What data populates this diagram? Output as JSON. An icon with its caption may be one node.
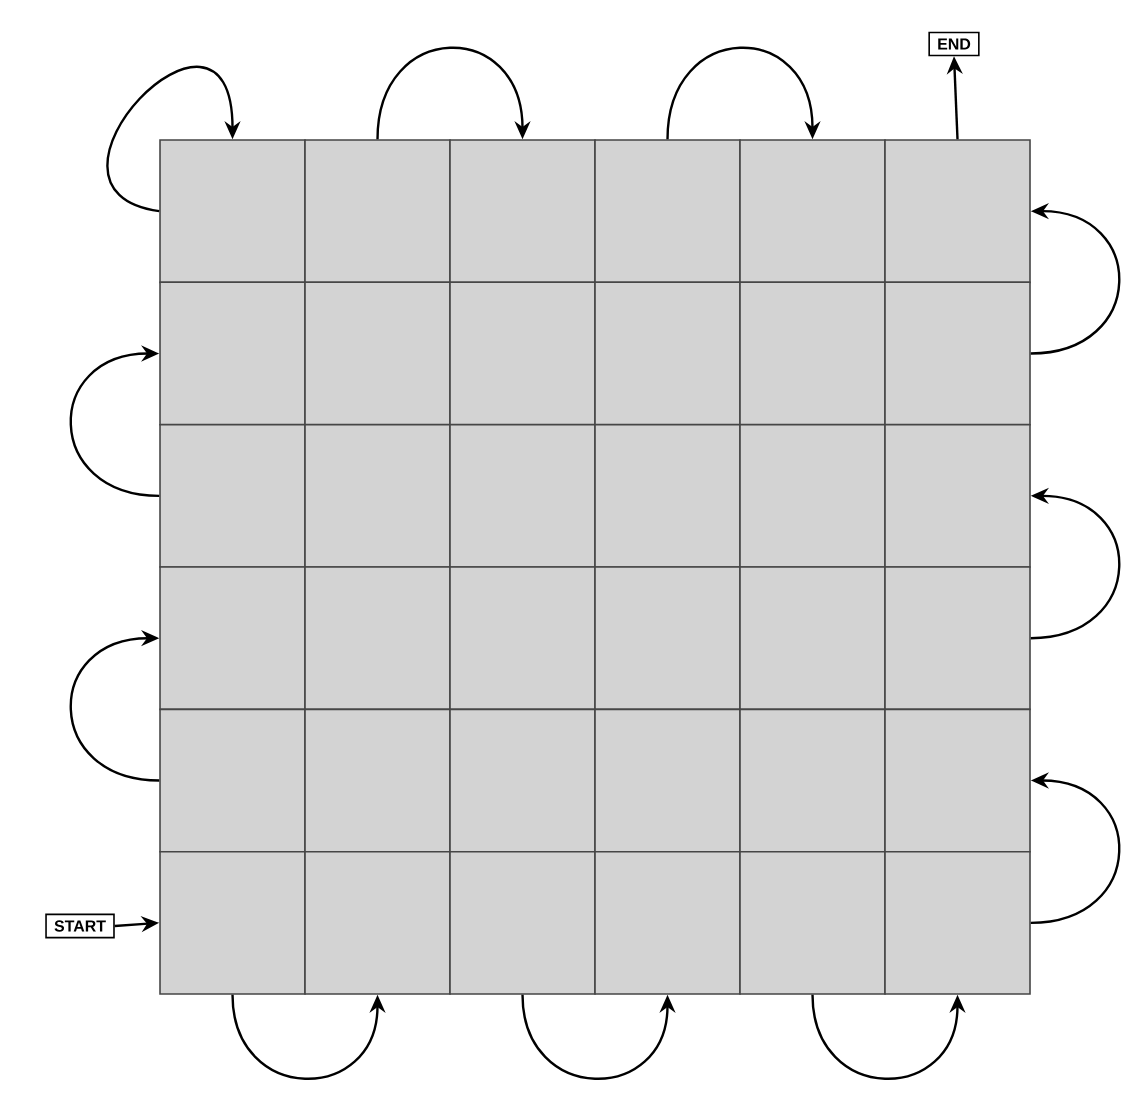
{
  "diagram": {
    "nodes": [
      {
        "text": [
          "END"
        ]
      },
      {
        "text": [],
        "shape": "box"
      },
      {
        "text": [],
        "shape": "box"
      },
      {
        "text": [],
        "shape": "box"
      },
      {
        "text": [],
        "shape": "box"
      },
      {
        "text": [],
        "shape": "box"
      },
      {
        "text": [],
        "shape": "box"
      },
      {
        "text": [],
        "shape": "box"
      },
      {
        "text": [],
        "shape": "box"
      },
      {
        "text": [],
        "shape": "box"
      },
      {
        "text": [],
        "shape": "box"
      },
      {
        "text": [],
        "shape": "box"
      },
      {
        "text": [],
        "shape": "box"
      },
      {
        "text": [],
        "shape": "box"
      },
      {
        "text": [],
        "shape": "box"
      },
      {
        "text": [],
        "shape": "box"
      },
      {
        "text": [],
        "shape": "box"
      },
      {
        "text": [],
        "shape": "box"
      },
      {
        "text": [],
        "shape": "box"
      },
      {
        "text": [],
        "shape": "box"
      },
      {
        "text": [],
        "shape": "box"
      },
      {
        "text": [],
        "shape": "box"
      },
      {
        "text": [],
        "shape": "box"
      },
      {
        "text": [],
        "shape": "box"
      },
      {
        "text": [],
        "shape": "box"
      },
      {
        "text": [],
        "shape": "box"
      },
      {
        "text": [],
        "shape": "box"
      },
      {
        "text": [],
        "shape": "box"
      },
      {
        "text": [],
        "shape": "box"
      },
      {
        "text": [],
        "shape": "box"
      },
      {
        "text": [],
        "shape": "box"
      },
      {
        "text": [],
        "shape": "box"
      },
      {
        "text": [],
        "shape": "box"
      },
      {
        "text": [],
        "shape": "box"
      },
      {
        "text": [],
        "shape": "box"
      },
      {
        "text": [],
        "shape": "box"
      },
      {
        "text": [],
        "shape": "box"
      },
      {
        "text": [
          "START"
        ]
      }
    ],
    "edges": [
      {
        "from": 37,
        "to": 31,
        "arrow": "to"
      },
      {
        "from": 31,
        "to": 32,
        "arrow": "to"
      },
      {
        "from": 33,
        "to": 34,
        "arrow": "to"
      },
      {
        "from": 35,
        "to": 36,
        "arrow": "to"
      },
      {
        "from": 36,
        "to": 30,
        "arrow": "to"
      },
      {
        "from": 25,
        "to": 19,
        "arrow": "to"
      },
      {
        "from": 24,
        "to": 18,
        "arrow": "to"
      },
      {
        "from": 13,
        "to": 7,
        "arrow": "to"
      },
      {
        "from": 12,
        "to": 6,
        "arrow": "to"
      },
      {
        "from": 1,
        "to": 1,
        "arrow": "to"
      },
      {
        "from": 2,
        "to": 3,
        "arrow": "to"
      },
      {
        "from": 4,
        "to": 5,
        "arrow": "to"
      },
      {
        "from": 6,
        "to": 0,
        "arrow": "to"
      }
    ]
  }
}
